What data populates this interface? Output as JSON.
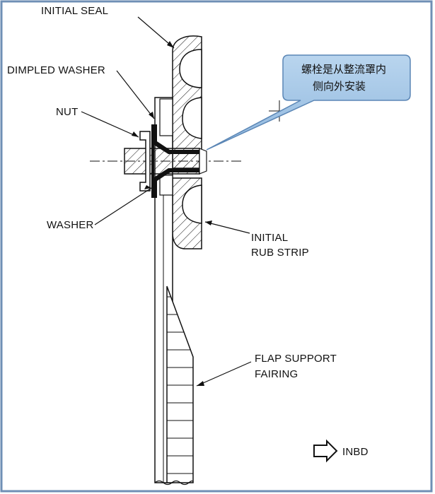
{
  "labels": {
    "initial_seal": "INITIAL SEAL",
    "dimpled_washer": "DIMPLED WASHER",
    "nut": "NUT",
    "washer": "WASHER",
    "initial_rub_strip_line1": "INITIAL",
    "initial_rub_strip_line2": "RUB STRIP",
    "flap_support_fairing_line1": "FLAP SUPPORT",
    "flap_support_fairing_line2": "FAIRING",
    "inbd": "INBD"
  },
  "callout": {
    "line1": "螺栓是从整流罩内",
    "line2": "侧向外安装"
  },
  "colors": {
    "frame_border": "#6f8fb5",
    "callout_fill": "#9dc3e6",
    "callout_stroke": "#5b86b5",
    "ink": "#111111"
  },
  "icons": [
    "right-arrow-icon"
  ]
}
